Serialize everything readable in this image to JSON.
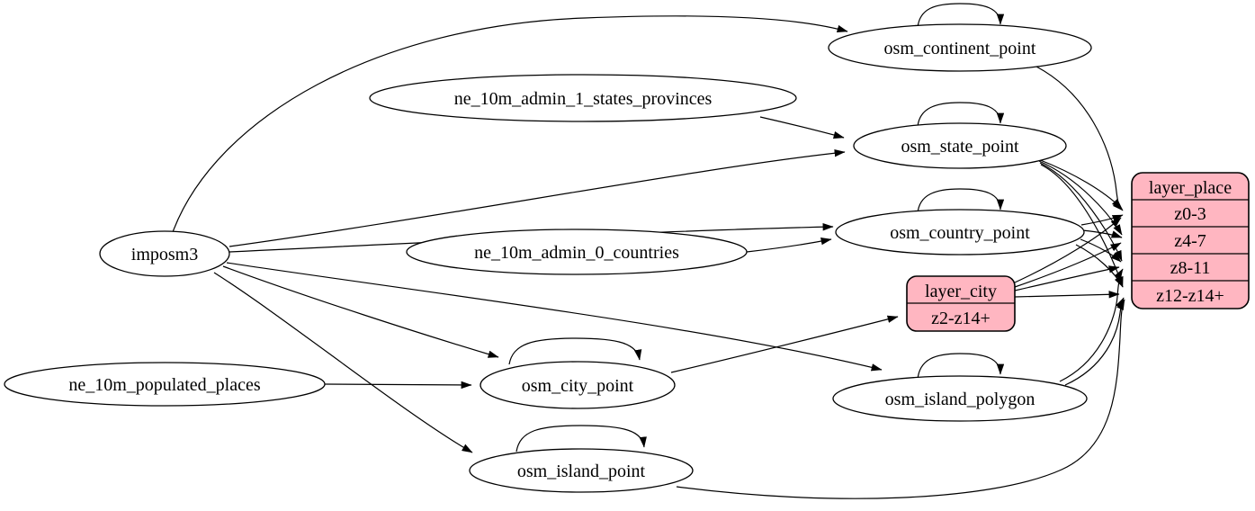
{
  "diagram": {
    "kind": "etl-graph",
    "colors": {
      "background": "#ffffff",
      "table_node_fill": "#ffffff",
      "record_node_fill": "#ffb6c1",
      "stroke": "#000000"
    },
    "nodes": {
      "imposm3": {
        "label": "imposm3"
      },
      "ne_10m_populated_places": {
        "label": "ne_10m_populated_places"
      },
      "ne_10m_admin_1_states_provinces": {
        "label": "ne_10m_admin_1_states_provinces"
      },
      "ne_10m_admin_0_countries": {
        "label": "ne_10m_admin_0_countries"
      },
      "osm_continent_point": {
        "label": "osm_continent_point"
      },
      "osm_state_point": {
        "label": "osm_state_point"
      },
      "osm_country_point": {
        "label": "osm_country_point"
      },
      "osm_city_point": {
        "label": "osm_city_point"
      },
      "osm_island_polygon": {
        "label": "osm_island_polygon"
      },
      "osm_island_point": {
        "label": "osm_island_point"
      },
      "layer_city": {
        "title": "layer_city",
        "rows": [
          "z2-z14+"
        ]
      },
      "layer_place": {
        "title": "layer_place",
        "rows": [
          "z0-3",
          "z4-7",
          "z8-11",
          "z12-z14+"
        ]
      }
    },
    "edges": [
      {
        "from": "imposm3",
        "to": "osm_continent_point"
      },
      {
        "from": "imposm3",
        "to": "osm_state_point"
      },
      {
        "from": "imposm3",
        "to": "osm_country_point"
      },
      {
        "from": "imposm3",
        "to": "osm_city_point"
      },
      {
        "from": "imposm3",
        "to": "osm_island_polygon"
      },
      {
        "from": "imposm3",
        "to": "osm_island_point"
      },
      {
        "from": "ne_10m_admin_1_states_provinces",
        "to": "osm_state_point"
      },
      {
        "from": "ne_10m_admin_0_countries",
        "to": "osm_country_point"
      },
      {
        "from": "ne_10m_populated_places",
        "to": "osm_city_point"
      },
      {
        "from": "osm_continent_point",
        "to": "osm_continent_point"
      },
      {
        "from": "osm_state_point",
        "to": "osm_state_point"
      },
      {
        "from": "osm_country_point",
        "to": "osm_country_point"
      },
      {
        "from": "osm_city_point",
        "to": "osm_city_point"
      },
      {
        "from": "osm_island_polygon",
        "to": "osm_island_polygon"
      },
      {
        "from": "osm_island_point",
        "to": "osm_island_point"
      },
      {
        "from": "osm_city_point",
        "to": "layer_city:z2-z14+"
      },
      {
        "from": "osm_continent_point",
        "to": "layer_place:z0-3"
      },
      {
        "from": "osm_state_point",
        "to": "layer_place:z0-3"
      },
      {
        "from": "osm_state_point",
        "to": "layer_place:z4-7"
      },
      {
        "from": "osm_state_point",
        "to": "layer_place:z8-11"
      },
      {
        "from": "osm_state_point",
        "to": "layer_place:z12-z14+"
      },
      {
        "from": "osm_country_point",
        "to": "layer_place:z0-3"
      },
      {
        "from": "osm_country_point",
        "to": "layer_place:z4-7"
      },
      {
        "from": "osm_country_point",
        "to": "layer_place:z8-11"
      },
      {
        "from": "osm_country_point",
        "to": "layer_place:z12-z14+"
      },
      {
        "from": "layer_city",
        "to": "layer_place:z0-3"
      },
      {
        "from": "layer_city",
        "to": "layer_place:z4-7"
      },
      {
        "from": "layer_city",
        "to": "layer_place:z8-11"
      },
      {
        "from": "layer_city",
        "to": "layer_place:z12-z14+"
      },
      {
        "from": "osm_island_polygon",
        "to": "layer_place:z8-11"
      },
      {
        "from": "osm_island_polygon",
        "to": "layer_place:z12-z14+"
      },
      {
        "from": "osm_island_point",
        "to": "layer_place:z12-z14+"
      }
    ]
  }
}
